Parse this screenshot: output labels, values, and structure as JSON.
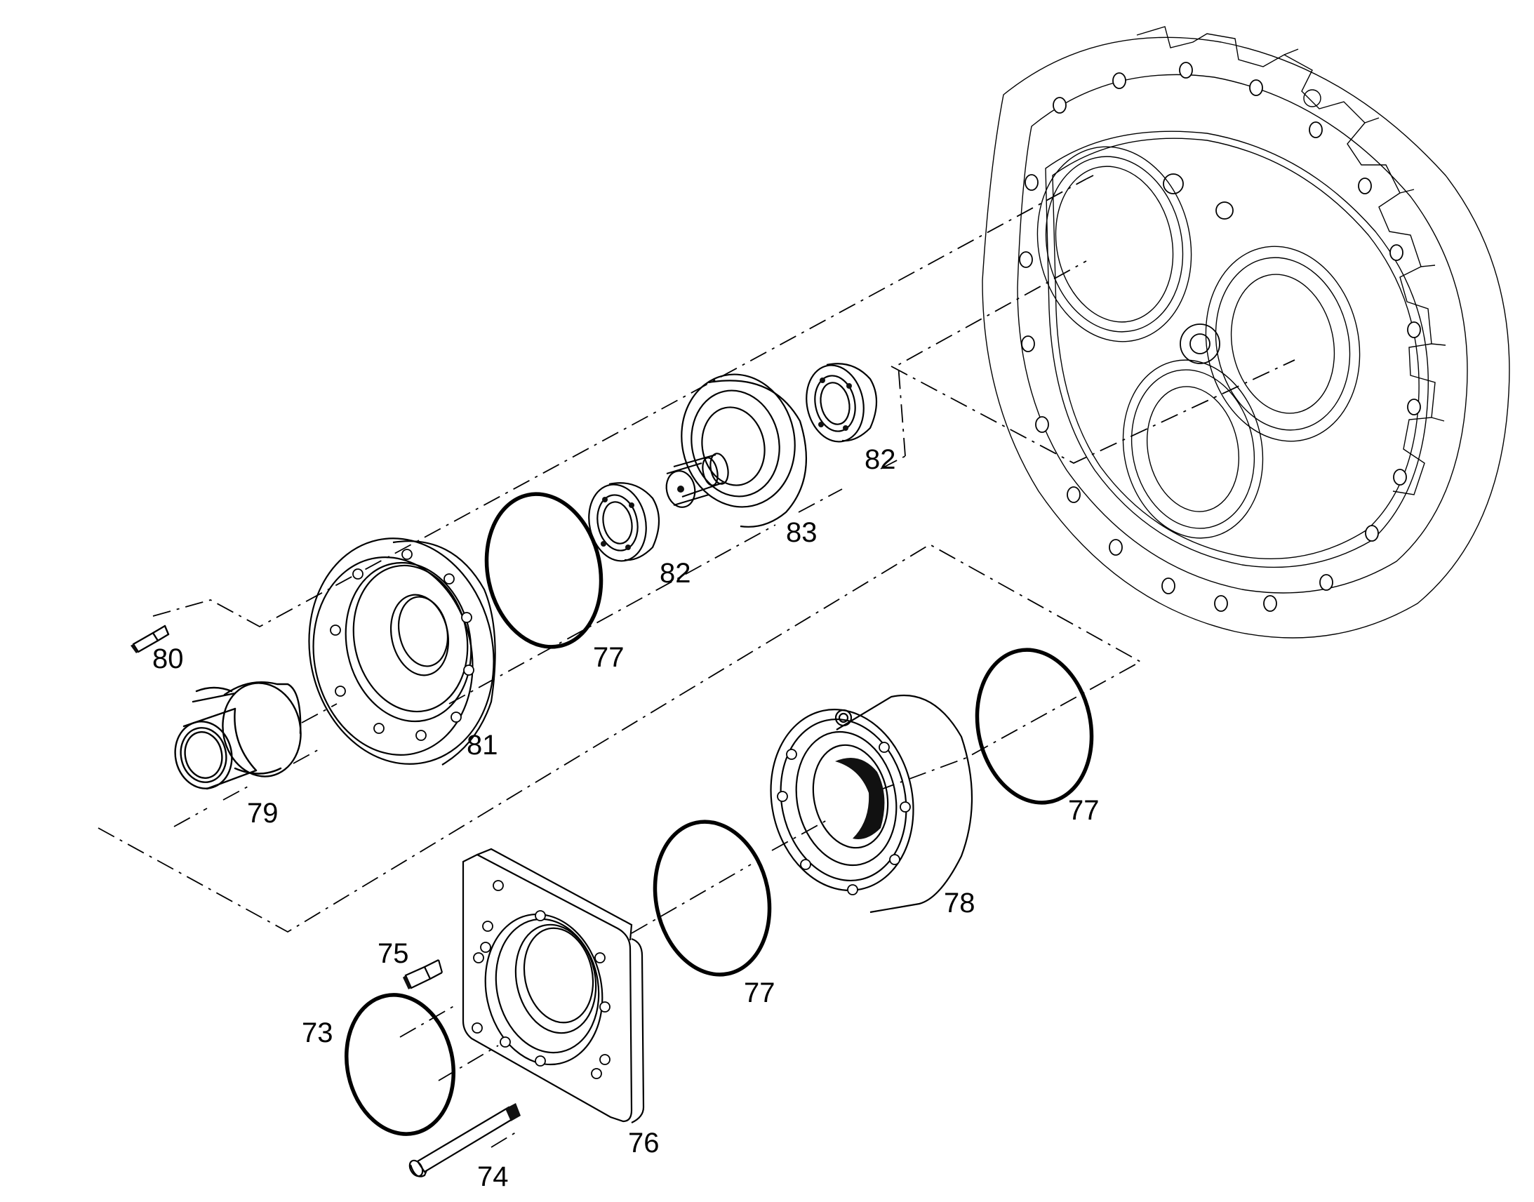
{
  "parts": [
    {
      "id": "part-73",
      "label": "73"
    },
    {
      "id": "part-74",
      "label": "74"
    },
    {
      "id": "part-75",
      "label": "75"
    },
    {
      "id": "part-76",
      "label": "76"
    },
    {
      "id": "part-77a",
      "label": "77"
    },
    {
      "id": "part-77b",
      "label": "77"
    },
    {
      "id": "part-77c",
      "label": "77"
    },
    {
      "id": "part-78",
      "label": "78"
    },
    {
      "id": "part-79",
      "label": "79"
    },
    {
      "id": "part-80",
      "label": "80"
    },
    {
      "id": "part-81",
      "label": "81"
    },
    {
      "id": "part-82a",
      "label": "82"
    },
    {
      "id": "part-82b",
      "label": "82"
    },
    {
      "id": "part-83",
      "label": "83"
    }
  ]
}
